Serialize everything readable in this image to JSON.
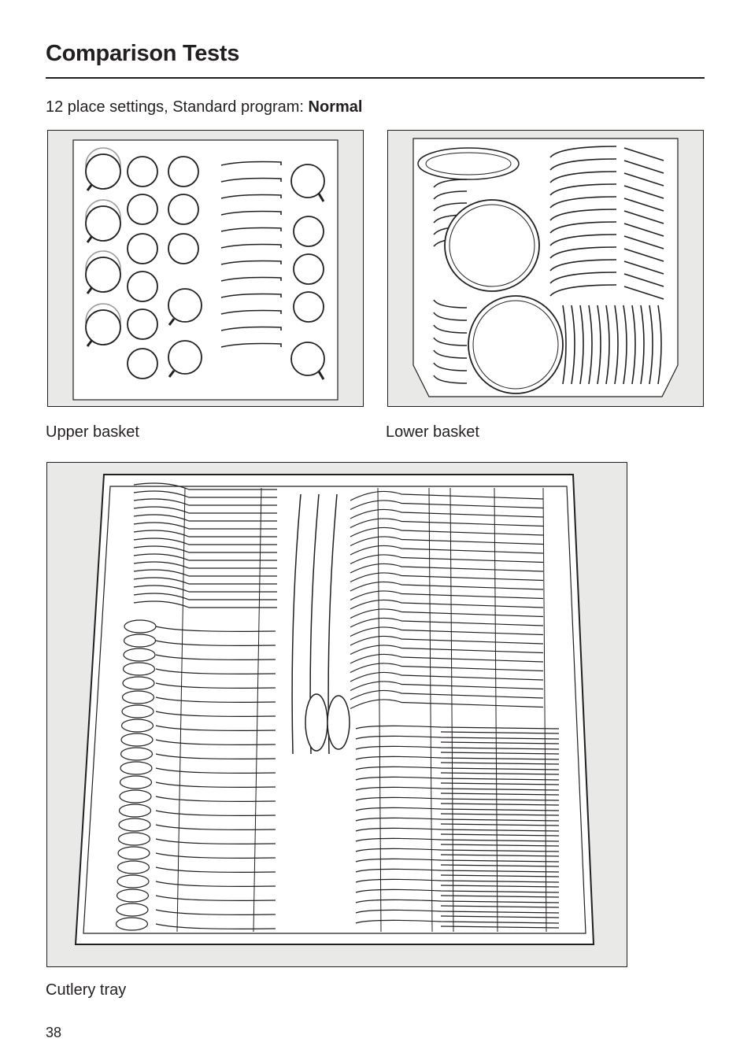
{
  "page": {
    "title": "Comparison Tests",
    "subtitle_prefix": "12 place settings, Standard program: ",
    "subtitle_program": "Normal",
    "page_number": "38"
  },
  "figures": {
    "upper_basket": {
      "caption": "Upper basket"
    },
    "lower_basket": {
      "caption": "Lower basket"
    },
    "cutlery_tray": {
      "caption": "Cutlery tray"
    }
  },
  "colors": {
    "panel_bg": "#e9e9e8",
    "line": "#231f20",
    "tray_bg": "#ffffff"
  }
}
